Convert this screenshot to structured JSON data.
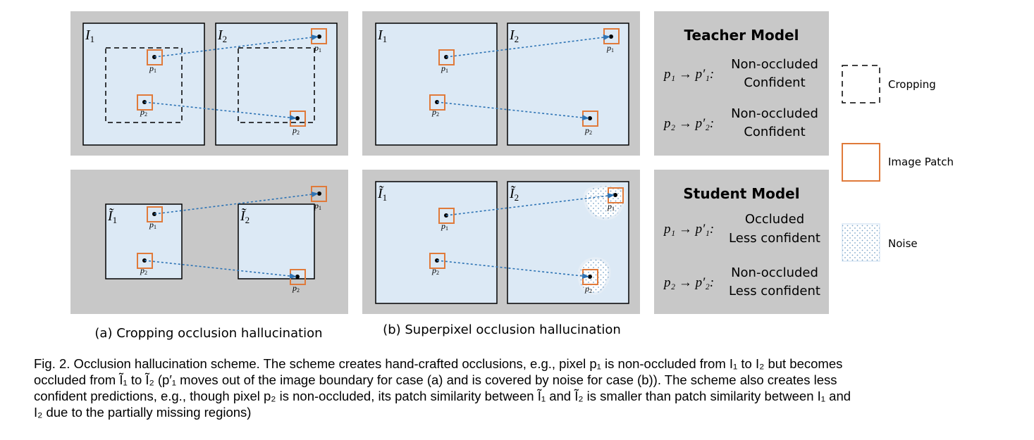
{
  "panels": {
    "a_top": {
      "img1": "I",
      "img1_sub": "1",
      "img2": "I",
      "img2_sub": "2"
    },
    "a_bottom": {
      "img1": "Ĩ",
      "img1_sub": "1",
      "img2": "Ĩ",
      "img2_sub": "2"
    },
    "b_top": {
      "img1": "I",
      "img1_sub": "1",
      "img2": "I",
      "img2_sub": "2"
    },
    "b_bottom": {
      "img1": "Ĩ",
      "img1_sub": "1",
      "img2": "Ĩ",
      "img2_sub": "2"
    }
  },
  "points": {
    "p": "p",
    "p1_sub": "1",
    "p2_sub": "2"
  },
  "subcaptions": {
    "a": "(a) Cropping occlusion hallucination",
    "b": "(b) Superpixel occlusion hallucination"
  },
  "teacher": {
    "title": "Teacher Model",
    "row1_map": "p₁ → p′₁:",
    "row1_line1": "Non-occluded",
    "row1_line2": "Confident",
    "row2_map": "p₂ → p′₂:",
    "row2_line1": "Non-occluded",
    "row2_line2": "Confident"
  },
  "student": {
    "title": "Student Model",
    "row1_map": "p₁ → p′₁:",
    "row1_line1": "Occluded",
    "row1_line2": "Less confident",
    "row2_map": "p₂ → p′₂:",
    "row2_line1": "Non-occluded",
    "row2_line2": "Less confident"
  },
  "legend": {
    "cropping": "Cropping",
    "patch": "Image Patch",
    "noise": "Noise"
  },
  "caption": {
    "line1": "Fig. 2. Occlusion hallucination scheme. The scheme creates hand-crafted occlusions, e.g., pixel p₁ is non-occluded from I₁ to I₂ but becomes",
    "line2": "occluded from Ĩ₁ to Ĩ₂ (p′₁ moves out of the image boundary for case (a) and is covered by noise for case (b)). The scheme also creates less",
    "line3": "confident predictions, e.g., though pixel p₂ is non-occluded, its patch similarity between Ĩ₁ and Ĩ₂ is smaller than patch similarity between I₁ and",
    "line4": "I₂ due to the partially missing regions)"
  },
  "colors": {
    "panel_bg": "#c8c8c8",
    "image_fill": "#dce9f5",
    "patch": "#e07a3a",
    "arrow": "#2e74b5"
  }
}
